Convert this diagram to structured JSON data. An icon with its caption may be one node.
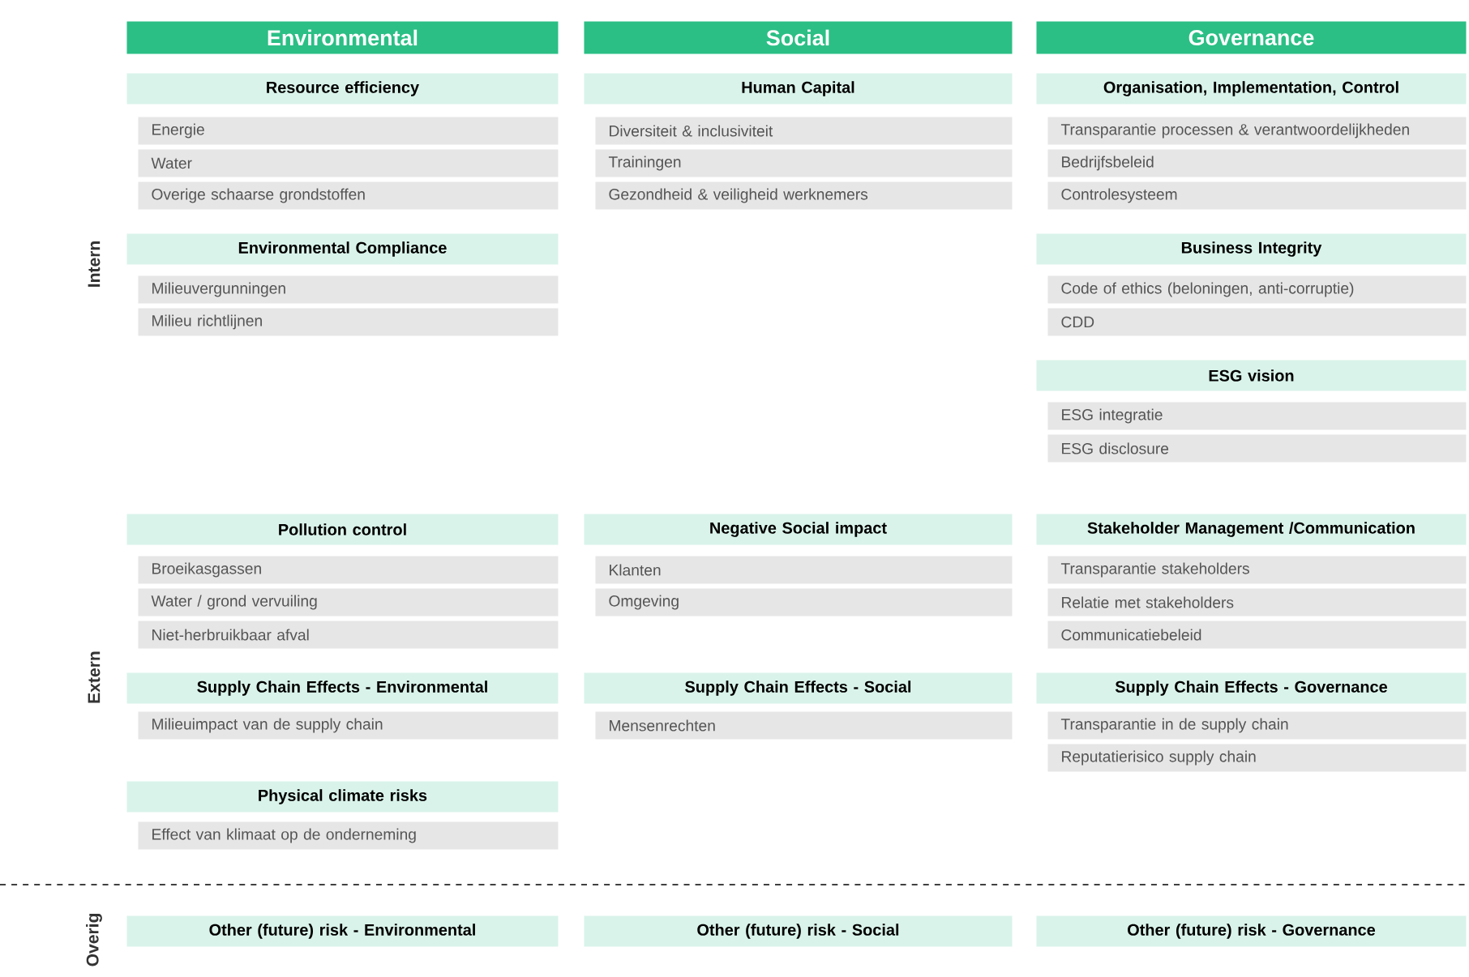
{
  "diagram": {
    "nodes": [
      {
        "text": [
          "Environmental"
        ]
      },
      {
        "text": [
          "Social"
        ]
      },
      {
        "text": [
          "Governance"
        ]
      },
      {
        "text": [
          "Resource efficiency"
        ]
      },
      {
        "text": [
          "Energie"
        ]
      },
      {
        "text": [
          "Water"
        ]
      },
      {
        "text": [
          "Overige schaarse grondstoffen"
        ]
      },
      {
        "text": [
          "Human Capital"
        ]
      },
      {
        "text": [
          "Diversiteit & inclusiviteit"
        ]
      },
      {
        "text": [
          "Trainingen"
        ]
      },
      {
        "text": [
          "Gezondheid & veiligheid werknemers"
        ]
      },
      {
        "text": [
          "Organisation, Implementation, Control"
        ]
      },
      {
        "text": [
          "Transparantie processen & verantwoordelijkheden"
        ]
      },
      {
        "text": [
          "Bedrijfsbeleid"
        ]
      },
      {
        "text": [
          "Controlesysteem"
        ]
      },
      {
        "text": [
          "Environmental Compliance"
        ]
      },
      {
        "text": [
          "Milieuvergunningen"
        ]
      },
      {
        "text": [
          "Milieu richtlijnen"
        ]
      },
      {
        "text": [
          "Business Integrity"
        ]
      },
      {
        "text": [
          "Code of ethics (beloningen, anti-corruptie)"
        ]
      },
      {
        "text": [
          "CDD"
        ]
      },
      {
        "text": [
          "ESG vision"
        ]
      },
      {
        "text": [
          "ESG integratie"
        ]
      },
      {
        "text": [
          "ESG disclosure"
        ]
      },
      {
        "text": [
          "Pollution control"
        ]
      },
      {
        "text": [
          "Broeikasgassen"
        ]
      },
      {
        "text": [
          "Water / grond vervuiling"
        ]
      },
      {
        "text": [
          "Niet-herbruikbaar afval"
        ]
      },
      {
        "text": [
          "Negative Social impact"
        ]
      },
      {
        "text": [
          "Klanten"
        ]
      },
      {
        "text": [
          "Omgeving"
        ]
      },
      {
        "text": [
          "Stakeholder Management /Communication"
        ]
      },
      {
        "text": [
          "Transparantie stakeholders"
        ]
      },
      {
        "text": [
          "Relatie met stakeholders"
        ]
      },
      {
        "text": [
          "Communicatiebeleid"
        ]
      },
      {
        "text": [
          "Supply Chain Effects - Environmental"
        ]
      },
      {
        "text": [
          "Milieuimpact van de supply chain"
        ]
      },
      {
        "text": [
          "Supply Chain Effects - Social"
        ]
      },
      {
        "text": [
          "Mensenrechten"
        ]
      },
      {
        "text": [
          "Supply Chain Effects - Governance"
        ]
      },
      {
        "text": [
          "Transparantie in de supply chain"
        ]
      },
      {
        "text": [
          "Reputatierisico supply chain"
        ]
      },
      {
        "text": [
          "Physical climate risks"
        ]
      },
      {
        "text": [
          "Effect van klimaat op de onderneming"
        ]
      },
      {
        "text": [
          "Other (future) risk - Environmental"
        ]
      },
      {
        "text": [
          "Other (future) risk - Social"
        ]
      },
      {
        "text": [
          "Other (future) risk - Governance"
        ]
      }
    ],
    "labels": [
      "Intern",
      "Extern",
      "Overig"
    ]
  }
}
